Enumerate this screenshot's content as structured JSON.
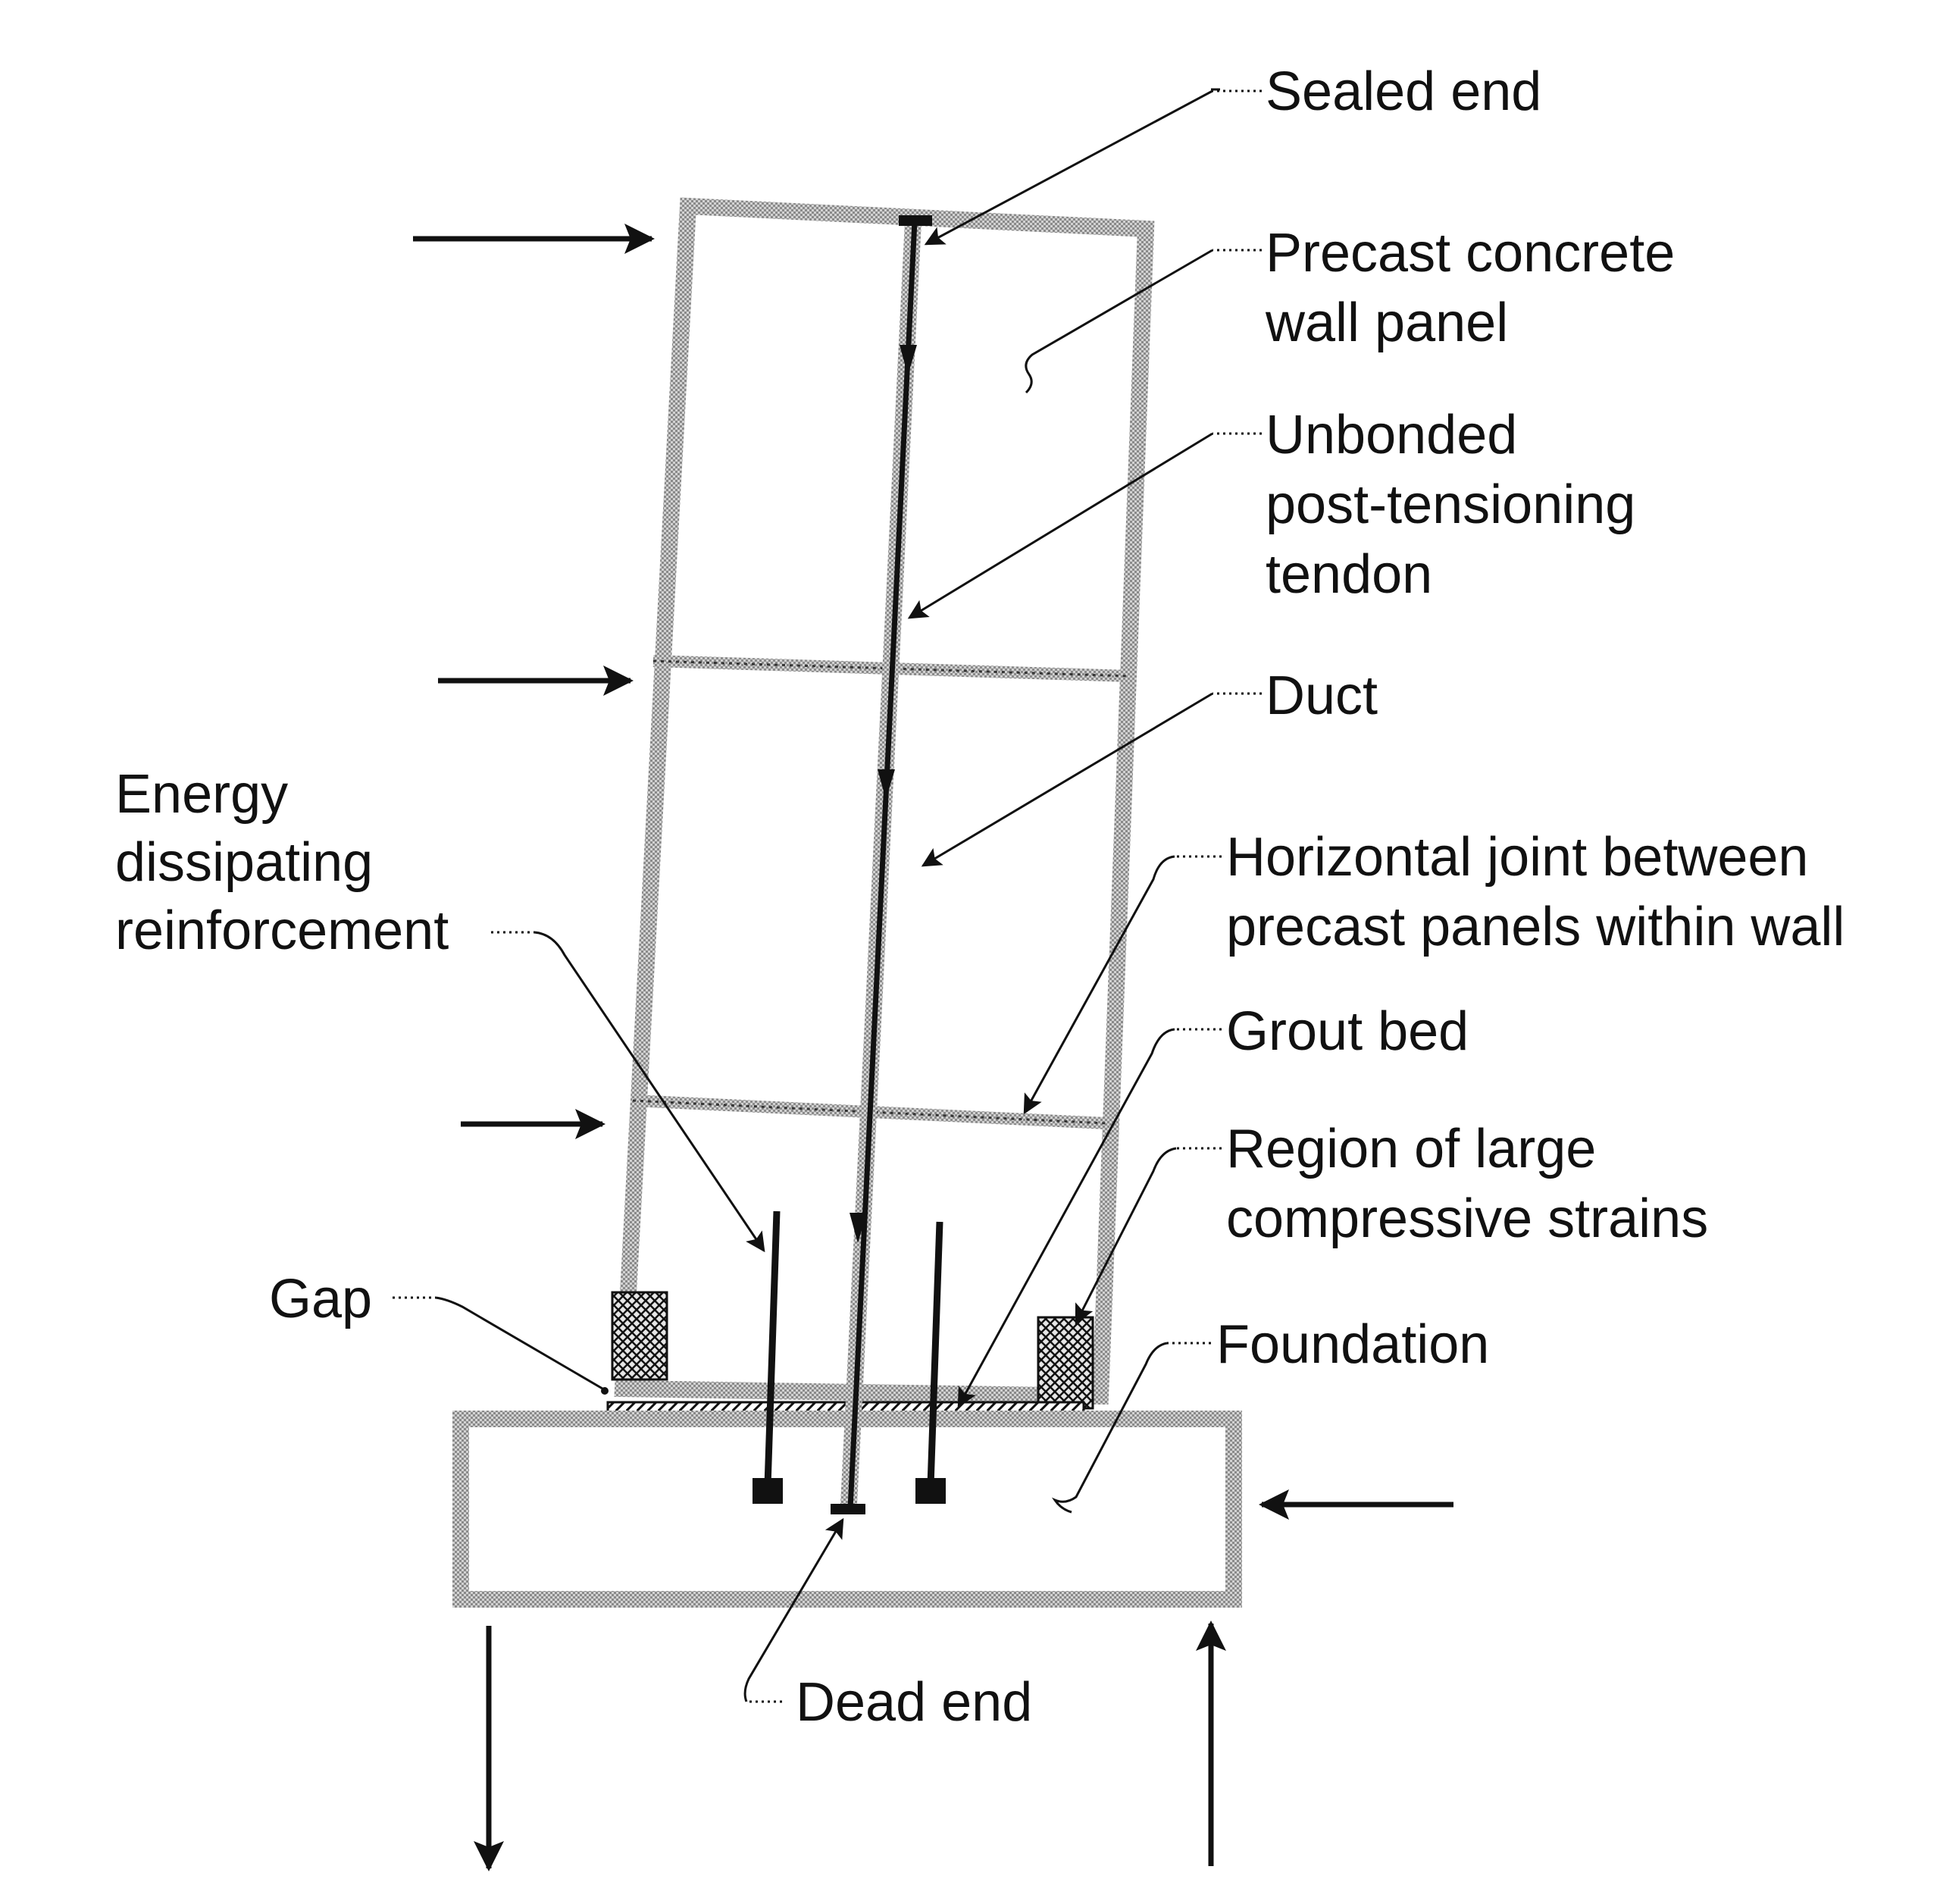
{
  "labels": {
    "sealed_end": "Sealed end",
    "precast_panel_l1": "Precast concrete",
    "precast_panel_l2": "wall panel",
    "tendon_l1": "Unbonded",
    "tendon_l2": "post-tensioning",
    "tendon_l3": "tendon",
    "duct": "Duct",
    "energy_l1": "Energy",
    "energy_l2": "dissipating",
    "energy_l3": "reinforcement",
    "joint_l1": "Horizontal joint between",
    "joint_l2": "precast panels within wall",
    "grout_bed": "Grout bed",
    "region_l1": "Region of large",
    "region_l2": "compressive strains",
    "gap": "Gap",
    "foundation": "Foundation",
    "dead_end": "Dead end"
  },
  "colors": {
    "ink": "#111111",
    "concrete_fill": "#b8b8b8"
  }
}
